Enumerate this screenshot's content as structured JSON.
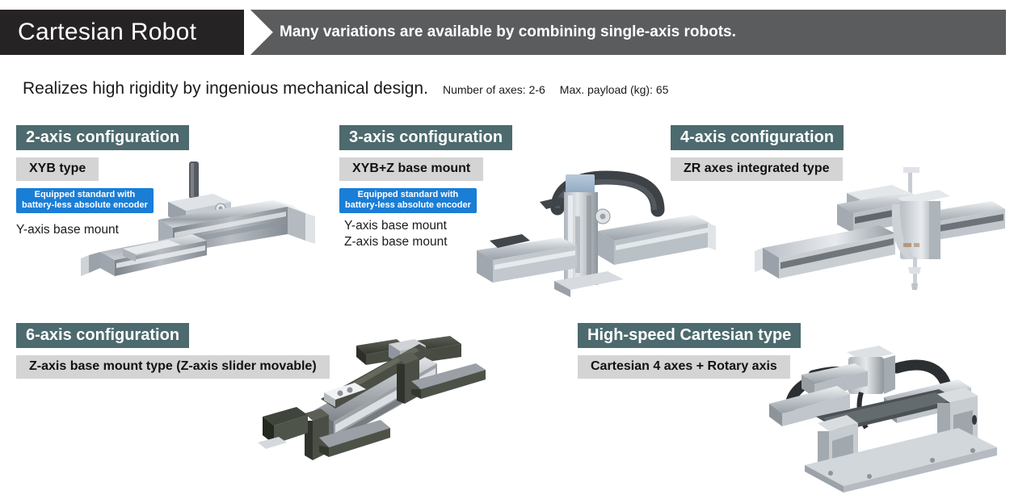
{
  "header": {
    "title": "Cartesian Robot",
    "subtitle": "Many variations are available by combining single-axis robots.",
    "dark_color": "#262324",
    "gray_color": "#5a5c5e"
  },
  "intro": {
    "headline": "Realizes high rigidity by ingenious mechanical design.",
    "specs": [
      "Number of axes: 2-6",
      "Max. payload (kg): 65"
    ]
  },
  "colors": {
    "section_header_bg": "#4d6a6e",
    "type_badge_bg": "#d4d4d4",
    "encoder_badge_bg": "#1a7ed6"
  },
  "panels": [
    {
      "id": "two-axis",
      "section_title": "2-axis configuration",
      "type_label": "XYB type",
      "encoder_badge_line1": "Equipped standard with",
      "encoder_badge_line2": "battery-less absolute encoder",
      "mount_lines": [
        "Y-axis base mount"
      ],
      "image_name": "xyb-cartesian-robot-photo"
    },
    {
      "id": "three-axis",
      "section_title": "3-axis configuration",
      "type_label": "XYB+Z base mount",
      "encoder_badge_line1": "Equipped standard with",
      "encoder_badge_line2": "battery-less absolute encoder",
      "mount_lines": [
        "Y-axis base mount",
        "Z-axis base mount"
      ],
      "image_name": "xybz-base-mount-robot-photo"
    },
    {
      "id": "four-axis",
      "section_title": "4-axis configuration",
      "type_label": "ZR axes integrated type",
      "encoder_badge_line1": null,
      "encoder_badge_line2": null,
      "mount_lines": [],
      "image_name": "zr-axes-integrated-robot-photo"
    },
    {
      "id": "six-axis",
      "section_title": "6-axis configuration",
      "type_label": "Z-axis base mount type  (Z-axis slider movable)",
      "encoder_badge_line1": null,
      "encoder_badge_line2": null,
      "mount_lines": [],
      "image_name": "z-axis-base-mount-six-axis-robot-photo"
    },
    {
      "id": "high-speed",
      "section_title": "High-speed Cartesian type",
      "type_label": "Cartesian 4 axes + Rotary axis",
      "encoder_badge_line1": null,
      "encoder_badge_line2": null,
      "mount_lines": [],
      "image_name": "high-speed-cartesian-rotary-robot-photo"
    }
  ]
}
